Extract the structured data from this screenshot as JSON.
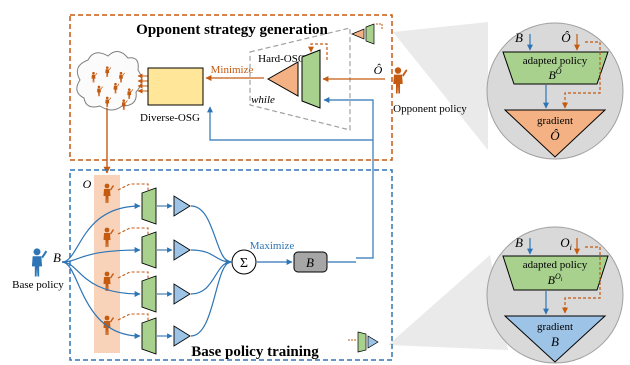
{
  "top_section": {
    "title": "Opponent strategy generation",
    "minimize_label": "Minimize",
    "hard_osg_label": "Hard-OSG",
    "while_label": "while",
    "diverse_osg_label": "Diverse-OSG",
    "opponent_policy_label": "Opponent policy",
    "opponent_symbol": "Ô"
  },
  "bottom_section": {
    "title": "Base policy training",
    "maximize_label": "Maximize",
    "base_policy_label": "Base policy",
    "b_symbol": "B",
    "o_symbol": "O",
    "sum_symbol": "Σ",
    "b_box_label": "B"
  },
  "top_zoom": {
    "input_b": "B",
    "input_o": "Ô",
    "policy_label": "adapted policy",
    "policy_math_base": "B",
    "policy_math_sup": "Ô",
    "gradient_label": "gradient",
    "gradient_symbol": "Ô"
  },
  "bottom_zoom": {
    "input_b": "B",
    "input_o": "O",
    "input_o_sub": "i",
    "policy_label": "adapted policy",
    "policy_math_base": "B",
    "policy_math_sup": "O",
    "policy_math_sup_sub": "i",
    "gradient_label": "gradient",
    "gradient_symbol": "B"
  },
  "colors": {
    "orange": "#C55A11",
    "blue": "#2E75B6",
    "policy_green": "#A9D18E",
    "gradient_orange": "#F4B183",
    "gradient_blue": "#9DC3E6",
    "yellow_box": "#FFE699",
    "pink_band": "#F8CBAD",
    "zoom_circle": "#D9D9D9"
  }
}
